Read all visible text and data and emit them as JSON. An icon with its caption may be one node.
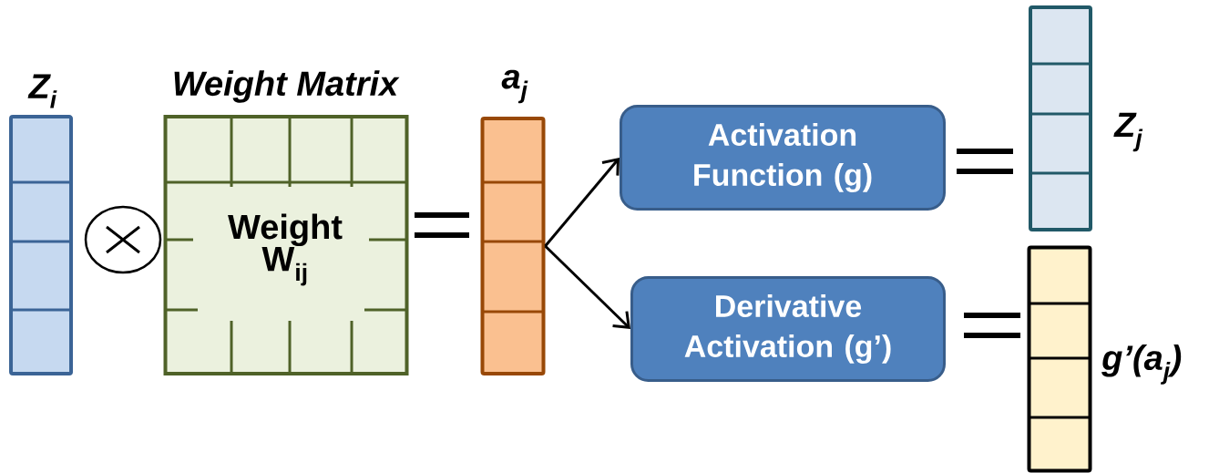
{
  "diagram": {
    "nodes": [
      {
        "text": [
          "Z$_{i}$"
        ]
      },
      {
        "text": [
          "Weight Matrix",
          "Weight W$_{ij}$"
        ]
      },
      {
        "text": [
          "a$_{j}$"
        ]
      },
      {
        "text": [
          "Activation Function (g)"
        ]
      },
      {
        "text": [
          "Derivative Activation (g’)"
        ]
      },
      {
        "text": [
          "Z$_{j}$"
        ]
      },
      {
        "text": [
          "g’(a$_{j}$)"
        ]
      }
    ],
    "edges": [
      {
        "from": 2,
        "to": 3,
        "arrow": "to"
      },
      {
        "from": 2,
        "to": 4,
        "arrow": "to"
      }
    ]
  }
}
